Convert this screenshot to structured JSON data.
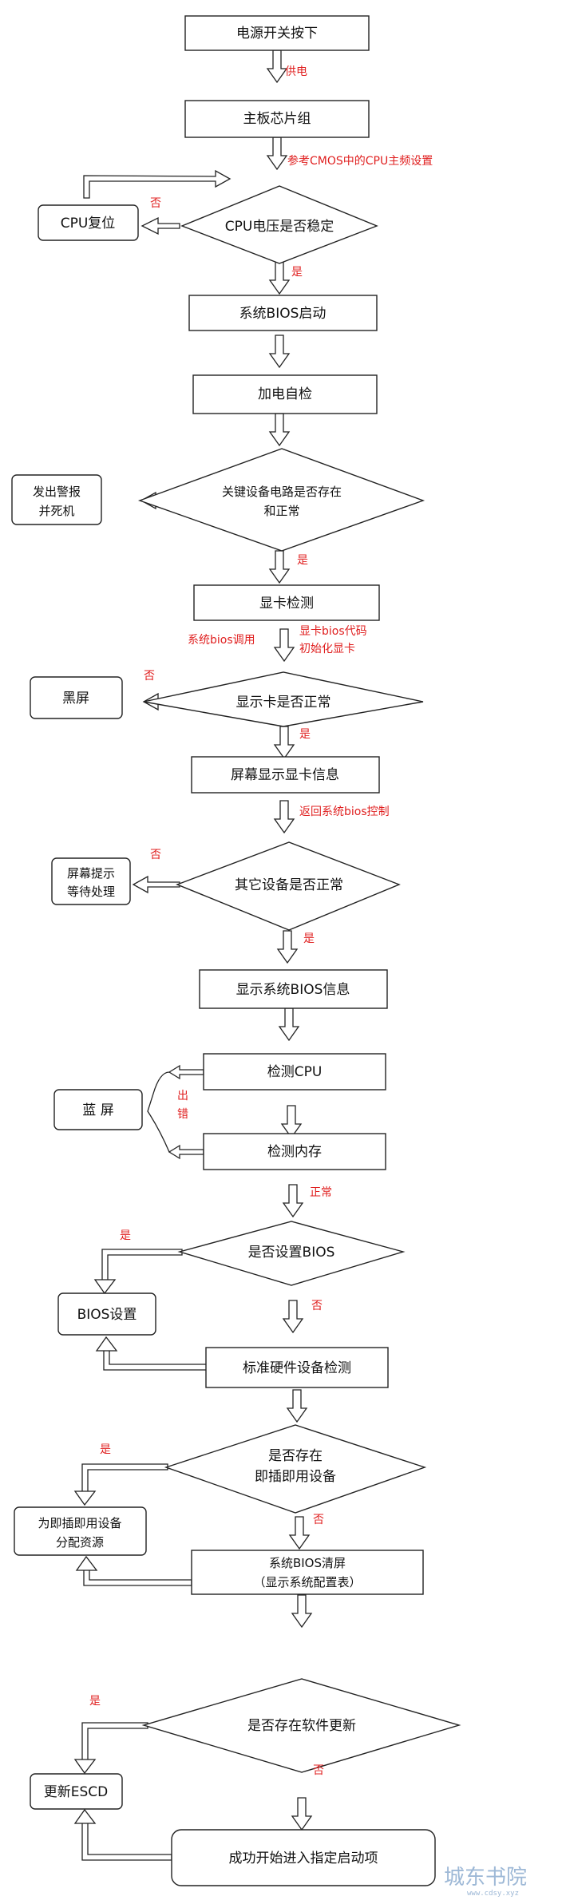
{
  "nodes": {
    "power_on": "电源开关按下",
    "chipset": "主板芯片组",
    "cpu_voltage": "CPU电压是否稳定",
    "cpu_reset": "CPU复位",
    "bios_start": "系统BIOS启动",
    "post": "加电自检",
    "key_circuit_l1": "关键设备电路是否存在",
    "key_circuit_l2": "和正常",
    "alarm_l1": "发出警报",
    "alarm_l2": "并死机",
    "gpu_check": "显卡检测",
    "gpu_ok": "显示卡是否正常",
    "black_screen": "黑屏",
    "show_gpu_info": "屏幕显示显卡信息",
    "other_ok": "其它设备是否正常",
    "prompt_l1": "屏幕提示",
    "prompt_l2": "等待处理",
    "show_bios_info": "显示系统BIOS信息",
    "check_cpu": "检测CPU",
    "check_mem": "检测内存",
    "blue_screen": "蓝 屏",
    "set_bios_q": "是否设置BIOS",
    "bios_setup": "BIOS设置",
    "hw_check": "标准硬件设备检测",
    "pnp_q_l1": "是否存在",
    "pnp_q_l2": "即插即用设备",
    "alloc_l1": "为即插即用设备",
    "alloc_l2": "分配资源",
    "clear_l1": "系统BIOS清屏",
    "clear_l2": "（显示系统配置表）",
    "sw_update_q": "是否存在软件更新",
    "update_escd": "更新ESCD",
    "boot": "成功开始进入指定启动项"
  },
  "labels": {
    "power_supply": "供电",
    "cmos_ref": "参考CMOS中的CPU主频设置",
    "no": "否",
    "yes": "是",
    "gpu_bios_l1": "显卡bios代码",
    "gpu_bios_l2": "初始化显卡",
    "sys_bios_call": "系统bios调用",
    "return_bios": "返回系统bios控制",
    "error_1": "出",
    "error_2": "错",
    "normal": "正常"
  },
  "watermark": {
    "text": "城东书院",
    "url": "www.cdsy.xyz"
  }
}
